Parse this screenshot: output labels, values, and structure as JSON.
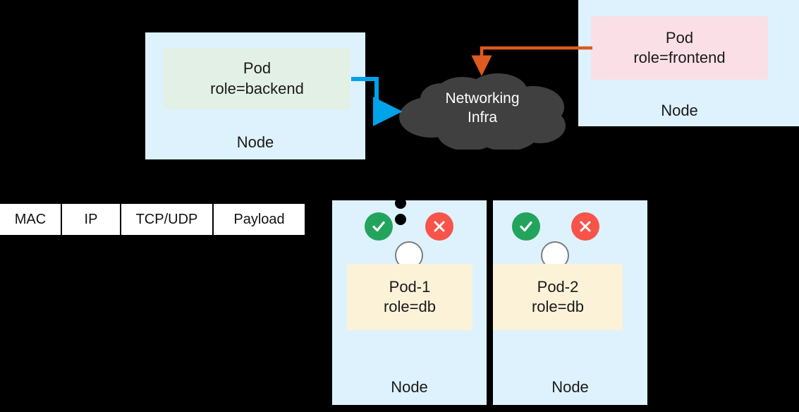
{
  "diagram": {
    "title": "Kubernetes pod networking and network policy diagram",
    "colors": {
      "node_bg": "#ddf2fd",
      "pod_backend_bg": "#e3f0e6",
      "pod_frontend_bg": "#fbdfe7",
      "pod_db_bg": "#fcf2d8",
      "cloud_fill": "#404040",
      "arrow_blue": "#00a2e8",
      "arrow_orange": "#de5a20",
      "allow_green": "#22a45d",
      "deny_red": "#f8534a",
      "packet_cell_bg": "#ffffff",
      "background": "#000000"
    },
    "top_row": {
      "backend_node": {
        "node_label": "Node",
        "pod": {
          "line1": "Pod",
          "line2": "role=backend"
        }
      },
      "cloud": {
        "line1": "Networking",
        "line2": "Infra"
      },
      "frontend_node": {
        "node_label": "Node",
        "pod": {
          "line1": "Pod",
          "line2": "role=frontend"
        }
      },
      "arrows": [
        {
          "name": "backend-to-cloud",
          "color": "#00a2e8"
        },
        {
          "name": "frontend-to-cloud",
          "color": "#de5a20"
        }
      ]
    },
    "packet": {
      "cells": [
        {
          "label": "MAC"
        },
        {
          "label": "IP"
        },
        {
          "label": "TCP/UDP"
        },
        {
          "label": "Payload"
        }
      ]
    },
    "db_nodes": [
      {
        "node_label": "Node",
        "pod": {
          "line1": "Pod-1",
          "line2": "role=db"
        },
        "allow_icon": "check-icon",
        "deny_icon": "cross-icon",
        "has_packet_dots": true,
        "packet_dot_count": 2
      },
      {
        "node_label": "Node",
        "pod": {
          "line1": "Pod-2",
          "line2": "role=db"
        },
        "allow_icon": "check-icon",
        "deny_icon": "cross-icon",
        "has_packet_dots": false,
        "packet_dot_count": 0
      }
    ]
  }
}
